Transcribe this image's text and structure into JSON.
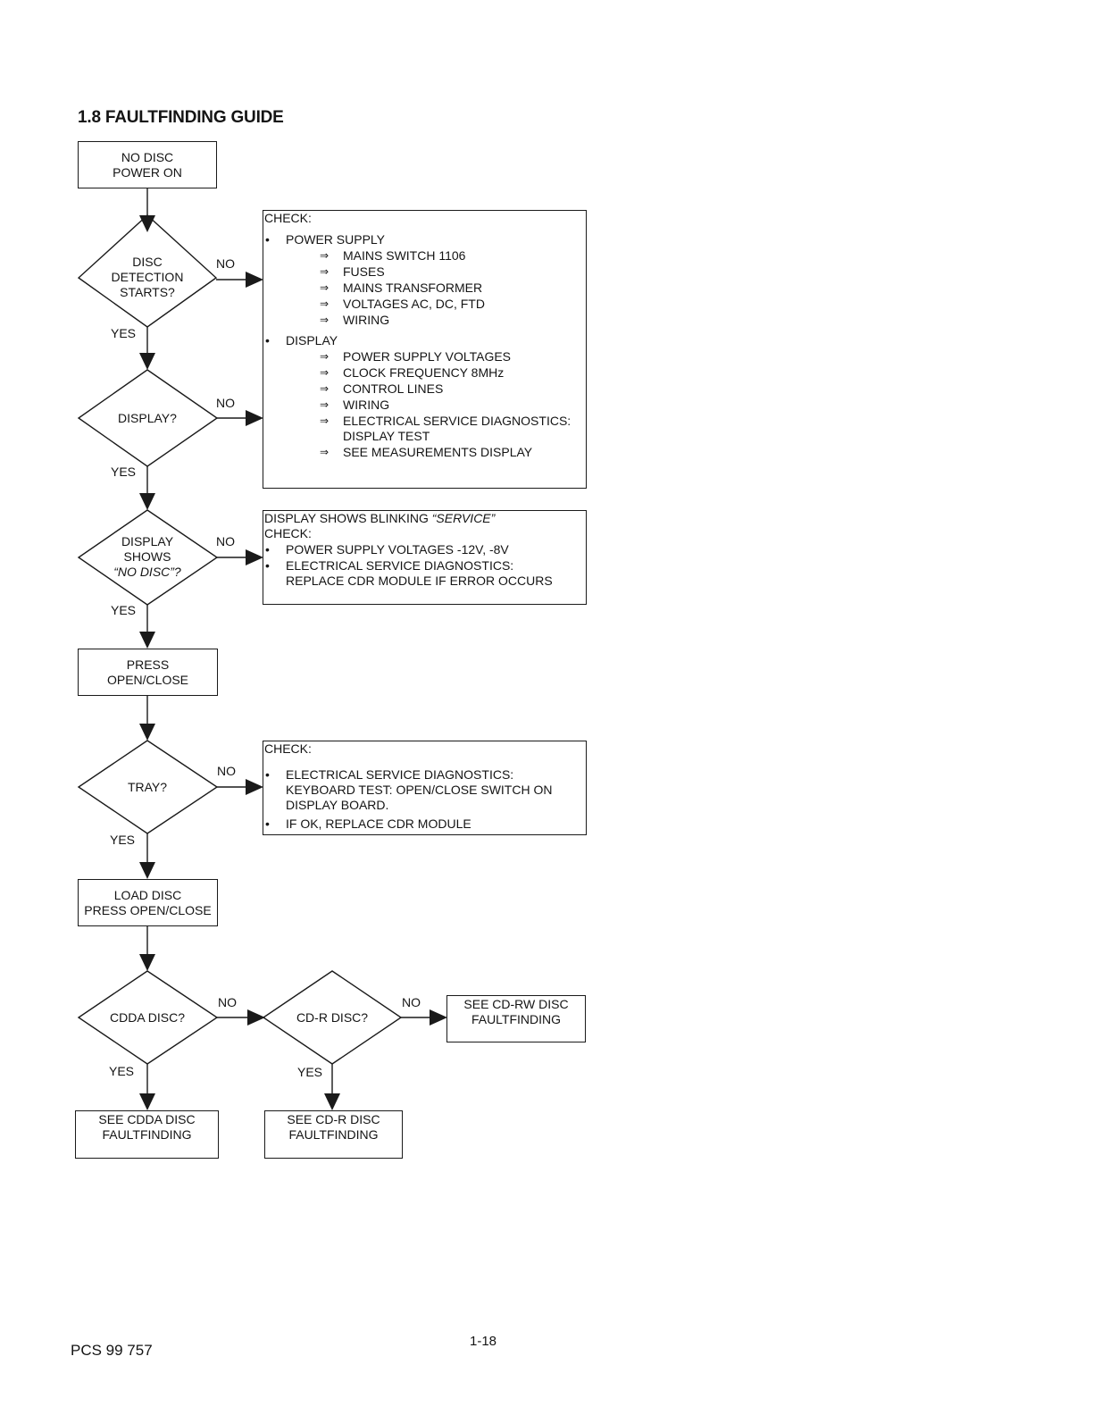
{
  "title": "1.8 FAULTFINDING GUIDE",
  "colors": {
    "ink": "#1a1a1a"
  },
  "start_box": [
    "NO DISC",
    "POWER ON"
  ],
  "decisions": {
    "disc_detection": [
      "DISC",
      "DETECTION",
      "STARTS?"
    ],
    "display": [
      "DISPLAY?"
    ],
    "display_shows": [
      "DISPLAY",
      "SHOWS",
      "“NO DISC”?"
    ],
    "tray": [
      "TRAY?"
    ],
    "cdda": [
      "CDDA DISC?"
    ],
    "cdr": [
      "CD-R DISC?"
    ]
  },
  "process_boxes": {
    "press_open_close": [
      "PRESS",
      "OPEN/CLOSE"
    ],
    "load_disc": [
      "LOAD DISC",
      "PRESS OPEN/CLOSE"
    ],
    "see_cdda": [
      "SEE CDDA DISC",
      "FAULTFINDING"
    ],
    "see_cdr": [
      "SEE CD-R DISC",
      "FAULTFINDING"
    ],
    "see_cdrw": [
      "SEE CD-RW DISC",
      "FAULTFINDING"
    ]
  },
  "edge_labels": {
    "yes": "YES",
    "no": "NO"
  },
  "check_box_1": {
    "header": "CHECK:",
    "bullet": "•",
    "arrow": "⇒",
    "sections": [
      {
        "label": "POWER SUPPLY",
        "items": [
          "MAINS SWITCH 1106",
          "FUSES",
          "MAINS TRANSFORMER",
          "VOLTAGES AC, DC, FTD",
          "WIRING"
        ]
      },
      {
        "label": "DISPLAY",
        "items": [
          "POWER SUPPLY VOLTAGES",
          "CLOCK FREQUENCY 8MHz",
          "CONTROL LINES",
          "WIRING",
          "ELECTRICAL SERVICE DIAGNOSTICS:",
          "SEE MEASUREMENTS DISPLAY"
        ]
      }
    ],
    "continuation": "DISPLAY TEST"
  },
  "check_box_2": {
    "header_prefix": "DISPLAY SHOWS BLINKING ",
    "header_em": "“SERVICE”",
    "header2": "CHECK:",
    "bullet": "•",
    "lines": [
      "POWER SUPPLY VOLTAGES -12V, -8V",
      "ELECTRICAL SERVICE DIAGNOSTICS:",
      "REPLACE CDR MODULE IF ERROR OCCURS"
    ]
  },
  "check_box_3": {
    "header": "CHECK:",
    "bullet": "•",
    "lines": [
      "ELECTRICAL SERVICE DIAGNOSTICS:",
      "KEYBOARD TEST: OPEN/CLOSE SWITCH ON",
      "DISPLAY BOARD.",
      "IF OK, REPLACE CDR MODULE"
    ]
  },
  "footer": {
    "doc_number": "PCS 99 757",
    "page": "1-18"
  }
}
